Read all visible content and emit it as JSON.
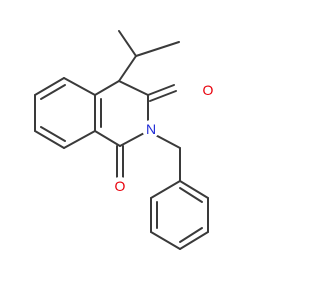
{
  "molecule": {
    "atoms": {
      "o_upper": {
        "label": "O",
        "color": "#e8000b"
      },
      "n": {
        "label": "N",
        "color": "#1f2bd6"
      },
      "o_lower": {
        "label": "O",
        "color": "#e8000b"
      }
    },
    "bond_color": "#3a3a3a"
  }
}
